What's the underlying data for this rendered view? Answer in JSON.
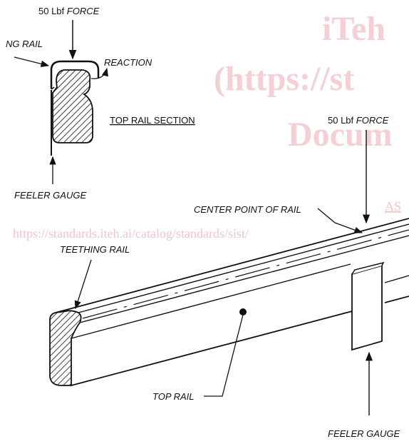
{
  "watermark": {
    "line1": "iTeh",
    "line2": "(https://st",
    "line3": "Docum",
    "code": "AS",
    "url": "https://standards.iteh.ai/catalog/standards/sist/"
  },
  "section": {
    "force_value": "50 Lbf",
    "force_word": "FORCE",
    "rail_label": "NG RAIL",
    "reaction_label": "REACTION",
    "title": "TOP RAIL SECTION",
    "feeler_label": "FEELER GAUGE"
  },
  "main": {
    "force_value": "50 Lbf",
    "force_word": "FORCE",
    "center_point_label": "CENTER POINT OF RAIL",
    "teething_rail_label": "TEETHING RAIL",
    "top_rail_label": "TOP RAIL",
    "feeler_label": "FEELER GAUGE"
  },
  "colors": {
    "line": "#111111",
    "watermark": "#f4cfd3"
  }
}
